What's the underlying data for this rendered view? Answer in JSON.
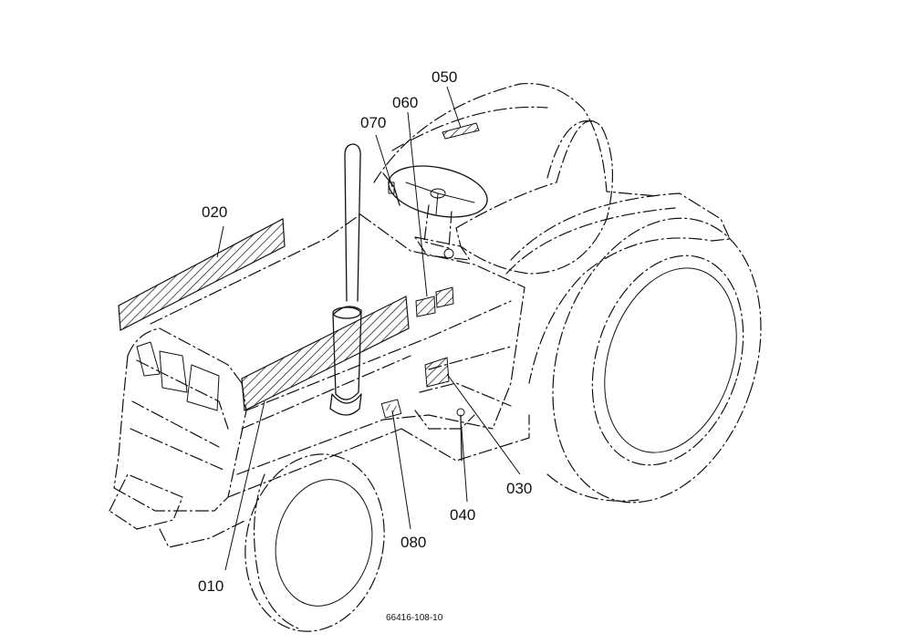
{
  "labels": {
    "l010": "010",
    "l020": "020",
    "l030": "030",
    "l040": "040",
    "l050": "050",
    "l060": "060",
    "l070": "070",
    "l080": "080"
  },
  "drawing_code": "66416-108-10",
  "colors": {
    "ink": "#111111",
    "paper": "#ffffff"
  }
}
